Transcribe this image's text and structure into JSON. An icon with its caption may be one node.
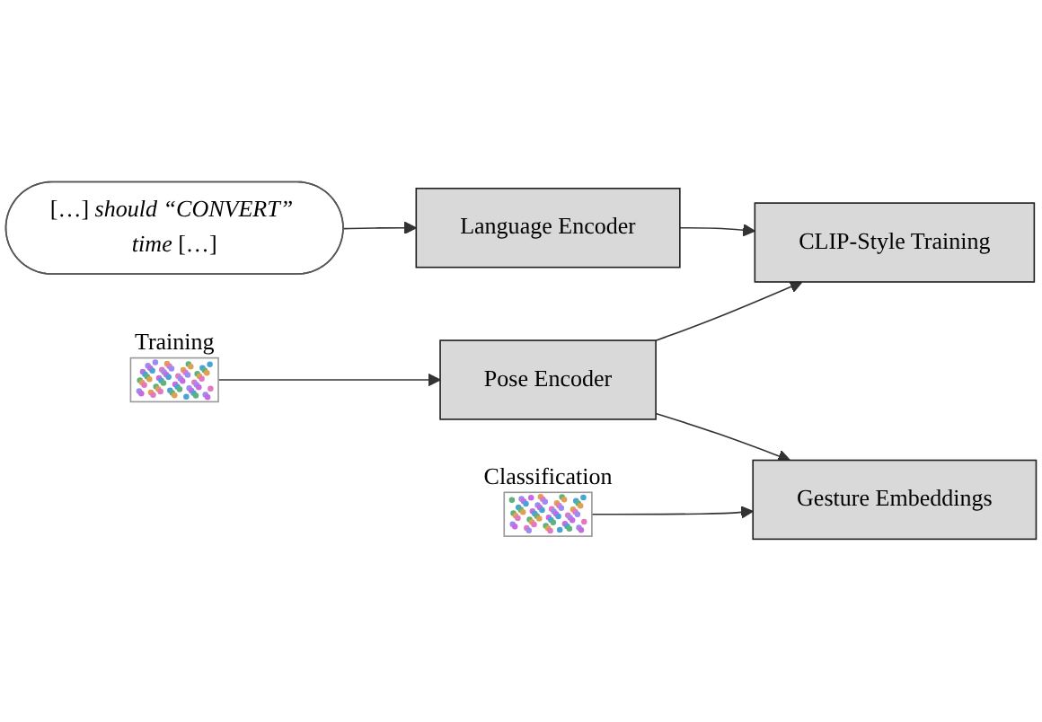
{
  "diagram": {
    "nodes": [
      {
        "text": [
          "[…] *should “CONVERT” time* […]"
        ]
      },
      {
        "text": [
          "Language Encoder"
        ]
      },
      {
        "text": [
          "CLIP-Style Training"
        ]
      },
      {
        "text": [],
        "shape": "picture",
        "beside": [
          "Training"
        ]
      },
      {
        "text": [
          "Pose Encoder"
        ]
      },
      {
        "text": [],
        "shape": "picture",
        "beside": [
          "Classification"
        ]
      },
      {
        "text": [
          "Gesture Embeddings"
        ]
      }
    ],
    "edges": [
      {
        "from": 0,
        "to": 1,
        "arrow": "to"
      },
      {
        "from": 1,
        "to": 2,
        "arrow": "to"
      },
      {
        "from": 4,
        "to": 2,
        "arrow": "to"
      },
      {
        "from": 3,
        "to": 4,
        "arrow": "to"
      },
      {
        "from": 4,
        "to": 6,
        "arrow": "to"
      },
      {
        "from": 5,
        "to": 6,
        "arrow": "to"
      }
    ]
  }
}
